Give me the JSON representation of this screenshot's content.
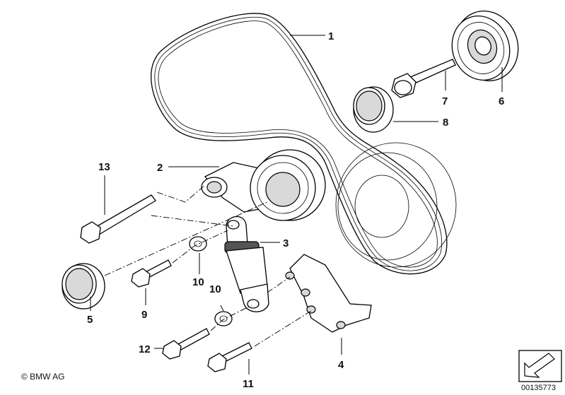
{
  "callouts": [
    {
      "id": "1",
      "label": "1"
    },
    {
      "id": "2",
      "label": "2"
    },
    {
      "id": "3",
      "label": "3"
    },
    {
      "id": "4",
      "label": "4"
    },
    {
      "id": "5",
      "label": "5"
    },
    {
      "id": "6",
      "label": "6"
    },
    {
      "id": "7",
      "label": "7"
    },
    {
      "id": "8",
      "label": "8"
    },
    {
      "id": "9",
      "label": "9"
    },
    {
      "id": "10a",
      "label": "10"
    },
    {
      "id": "10b",
      "label": "10"
    },
    {
      "id": "11",
      "label": "11"
    },
    {
      "id": "12",
      "label": "12"
    },
    {
      "id": "13",
      "label": "13"
    }
  ],
  "copyright": "© BMW AG",
  "document_number": "00135773"
}
